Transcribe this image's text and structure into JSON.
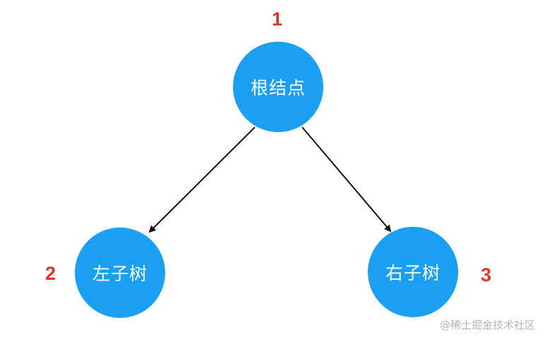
{
  "colors": {
    "node_fill": "#1a9ff2",
    "node_text": "#ffffff",
    "order_label": "#e0332e",
    "edge": "#111111",
    "watermark": "#b5b5b5"
  },
  "nodes": {
    "root": {
      "label": "根结点",
      "order": "1"
    },
    "left": {
      "label": "左子树",
      "order": "2"
    },
    "right": {
      "label": "右子树",
      "order": "3"
    }
  },
  "edges": [
    {
      "from": "root",
      "to": "left"
    },
    {
      "from": "root",
      "to": "right"
    }
  ],
  "watermark": "@稀土掘金技术社区"
}
